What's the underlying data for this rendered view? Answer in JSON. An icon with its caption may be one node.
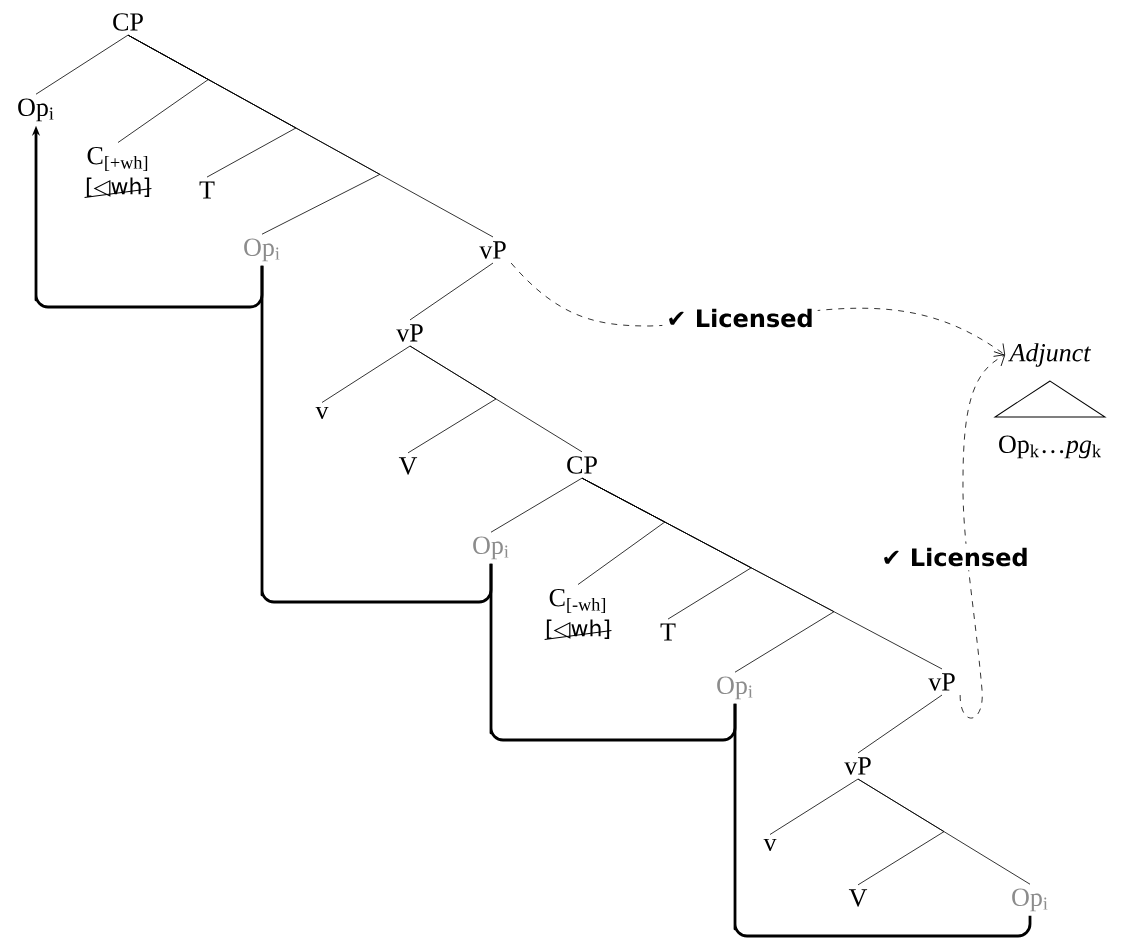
{
  "diagram": {
    "nodes": [
      {
        "text": [
          "CP"
        ]
      },
      {
        "text": [
          "Op$_{i}$"
        ]
      },
      {
        "text": [
          "C$_{[+wh]}$",
          "[◁wh]"
        ]
      },
      {
        "text": [
          "T"
        ]
      },
      {
        "text": [
          "Op$_{i}$"
        ]
      },
      {
        "text": [
          "vP"
        ]
      },
      {
        "text": [
          "vP"
        ]
      },
      {
        "text": [
          "v"
        ]
      },
      {
        "text": [
          "V"
        ]
      },
      {
        "text": [
          "CP"
        ]
      },
      {
        "text": [
          "Op$_{i}$"
        ]
      },
      {
        "text": [
          "C$_{[-wh]}$",
          "[◁wh]"
        ]
      },
      {
        "text": [
          "T"
        ]
      },
      {
        "text": [
          "Op$_{i}$"
        ]
      },
      {
        "text": [
          "vP"
        ]
      },
      {
        "text": [
          "vP"
        ]
      },
      {
        "text": [
          "v"
        ]
      },
      {
        "text": [
          "V"
        ]
      },
      {
        "text": [
          "Op$_{i}$"
        ]
      },
      {
        "text": [
          "Adjunct",
          "Op$_{k}$…*pg*$_{k}$"
        ]
      }
    ],
    "edges": [
      {
        "from": 0,
        "to": 1,
        "arrow": "none"
      },
      {
        "from": 0,
        "to": 2,
        "arrow": "none"
      },
      {
        "from": 0,
        "to": 3,
        "arrow": "none"
      },
      {
        "from": 0,
        "to": 4,
        "arrow": "none"
      },
      {
        "from": 0,
        "to": 5,
        "arrow": "none"
      },
      {
        "from": 5,
        "to": 6,
        "arrow": "none"
      },
      {
        "from": 6,
        "to": 7,
        "arrow": "none"
      },
      {
        "from": 6,
        "to": 8,
        "arrow": "none"
      },
      {
        "from": 6,
        "to": 9,
        "arrow": "none"
      },
      {
        "from": 9,
        "to": 10,
        "arrow": "none"
      },
      {
        "from": 9,
        "to": 11,
        "arrow": "none"
      },
      {
        "from": 9,
        "to": 12,
        "arrow": "none"
      },
      {
        "from": 9,
        "to": 13,
        "arrow": "none"
      },
      {
        "from": 9,
        "to": 14,
        "arrow": "none"
      },
      {
        "from": 14,
        "to": 15,
        "arrow": "none"
      },
      {
        "from": 15,
        "to": 16,
        "arrow": "none"
      },
      {
        "from": 15,
        "to": 17,
        "arrow": "none"
      },
      {
        "from": 15,
        "to": 18,
        "arrow": "none"
      },
      {
        "from": 4,
        "to": 1,
        "arrow": "to",
        "style": "thick"
      },
      {
        "from": 10,
        "to": 4,
        "arrow": "none",
        "style": "thick"
      },
      {
        "from": 13,
        "to": 10,
        "arrow": "none",
        "style": "thick"
      },
      {
        "from": 18,
        "to": 13,
        "arrow": "none",
        "style": "thick"
      },
      {
        "from": 5,
        "to": 19,
        "arrow": "to",
        "style": "dashed",
        "label": "✔ **Licensed**"
      },
      {
        "from": 14,
        "to": 19,
        "arrow": "to",
        "style": "dashed",
        "label": "✔ **Licensed**"
      }
    ]
  }
}
